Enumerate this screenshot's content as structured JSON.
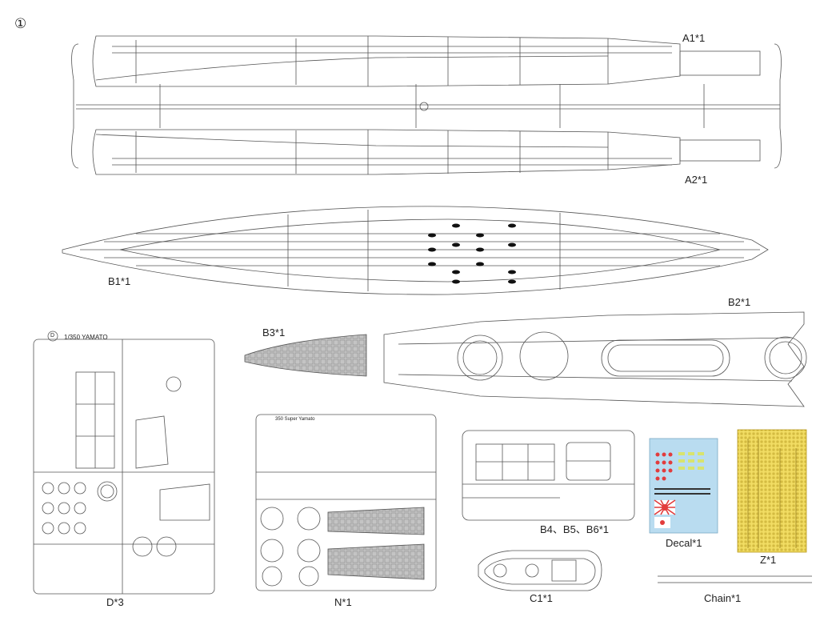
{
  "page": {
    "step": "①"
  },
  "labels": {
    "a1": "A1*1",
    "a2": "A2*1",
    "b1": "B1*1",
    "b2": "B2*1",
    "b3": "B3*1",
    "d": "D*3",
    "n": "N*1",
    "b456": "B4、B5、B6*1",
    "c1": "C1*1",
    "decal": "Decal*1",
    "z": "Z*1",
    "chain": "Chain*1"
  },
  "sprue_text": {
    "d_title": "1/350 YAMATO",
    "d_letter": "D",
    "n_title": "350 Super Yamato"
  },
  "colors": {
    "line": "#555555",
    "decal_bg": "#b9dcf0",
    "photoetch_bg": "#f2dd63",
    "deck_grey": "#bcbcbc",
    "hatch_black": "#111111"
  }
}
